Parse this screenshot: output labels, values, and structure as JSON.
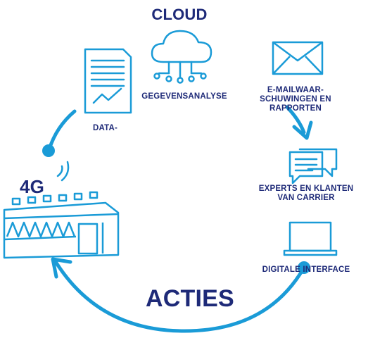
{
  "labels": {
    "cloud": "CLOUD",
    "gegevensanalyse": "GEGEVENSANALYSE",
    "data": "DATA-",
    "email_line1": "E-MAILWAAR-",
    "email_line2": "SCHUWINGEN EN",
    "email_line3": "RAPPORTEN",
    "experts_line1": "EXPERTS EN KLANTEN",
    "experts_line2": "VAN CARRIER",
    "digitale": "DIGITALE INTERFACE",
    "network": "4G",
    "acties": "ACTIES"
  },
  "icons": [
    "cloud-network-icon",
    "document-chart-icon",
    "envelope-icon",
    "chat-bubbles-icon",
    "laptop-icon",
    "chiller-unit-icon",
    "signal-icon"
  ],
  "colors": {
    "primary": "#1e2a78",
    "accent": "#1a9bd7",
    "background": "#ffffff"
  }
}
